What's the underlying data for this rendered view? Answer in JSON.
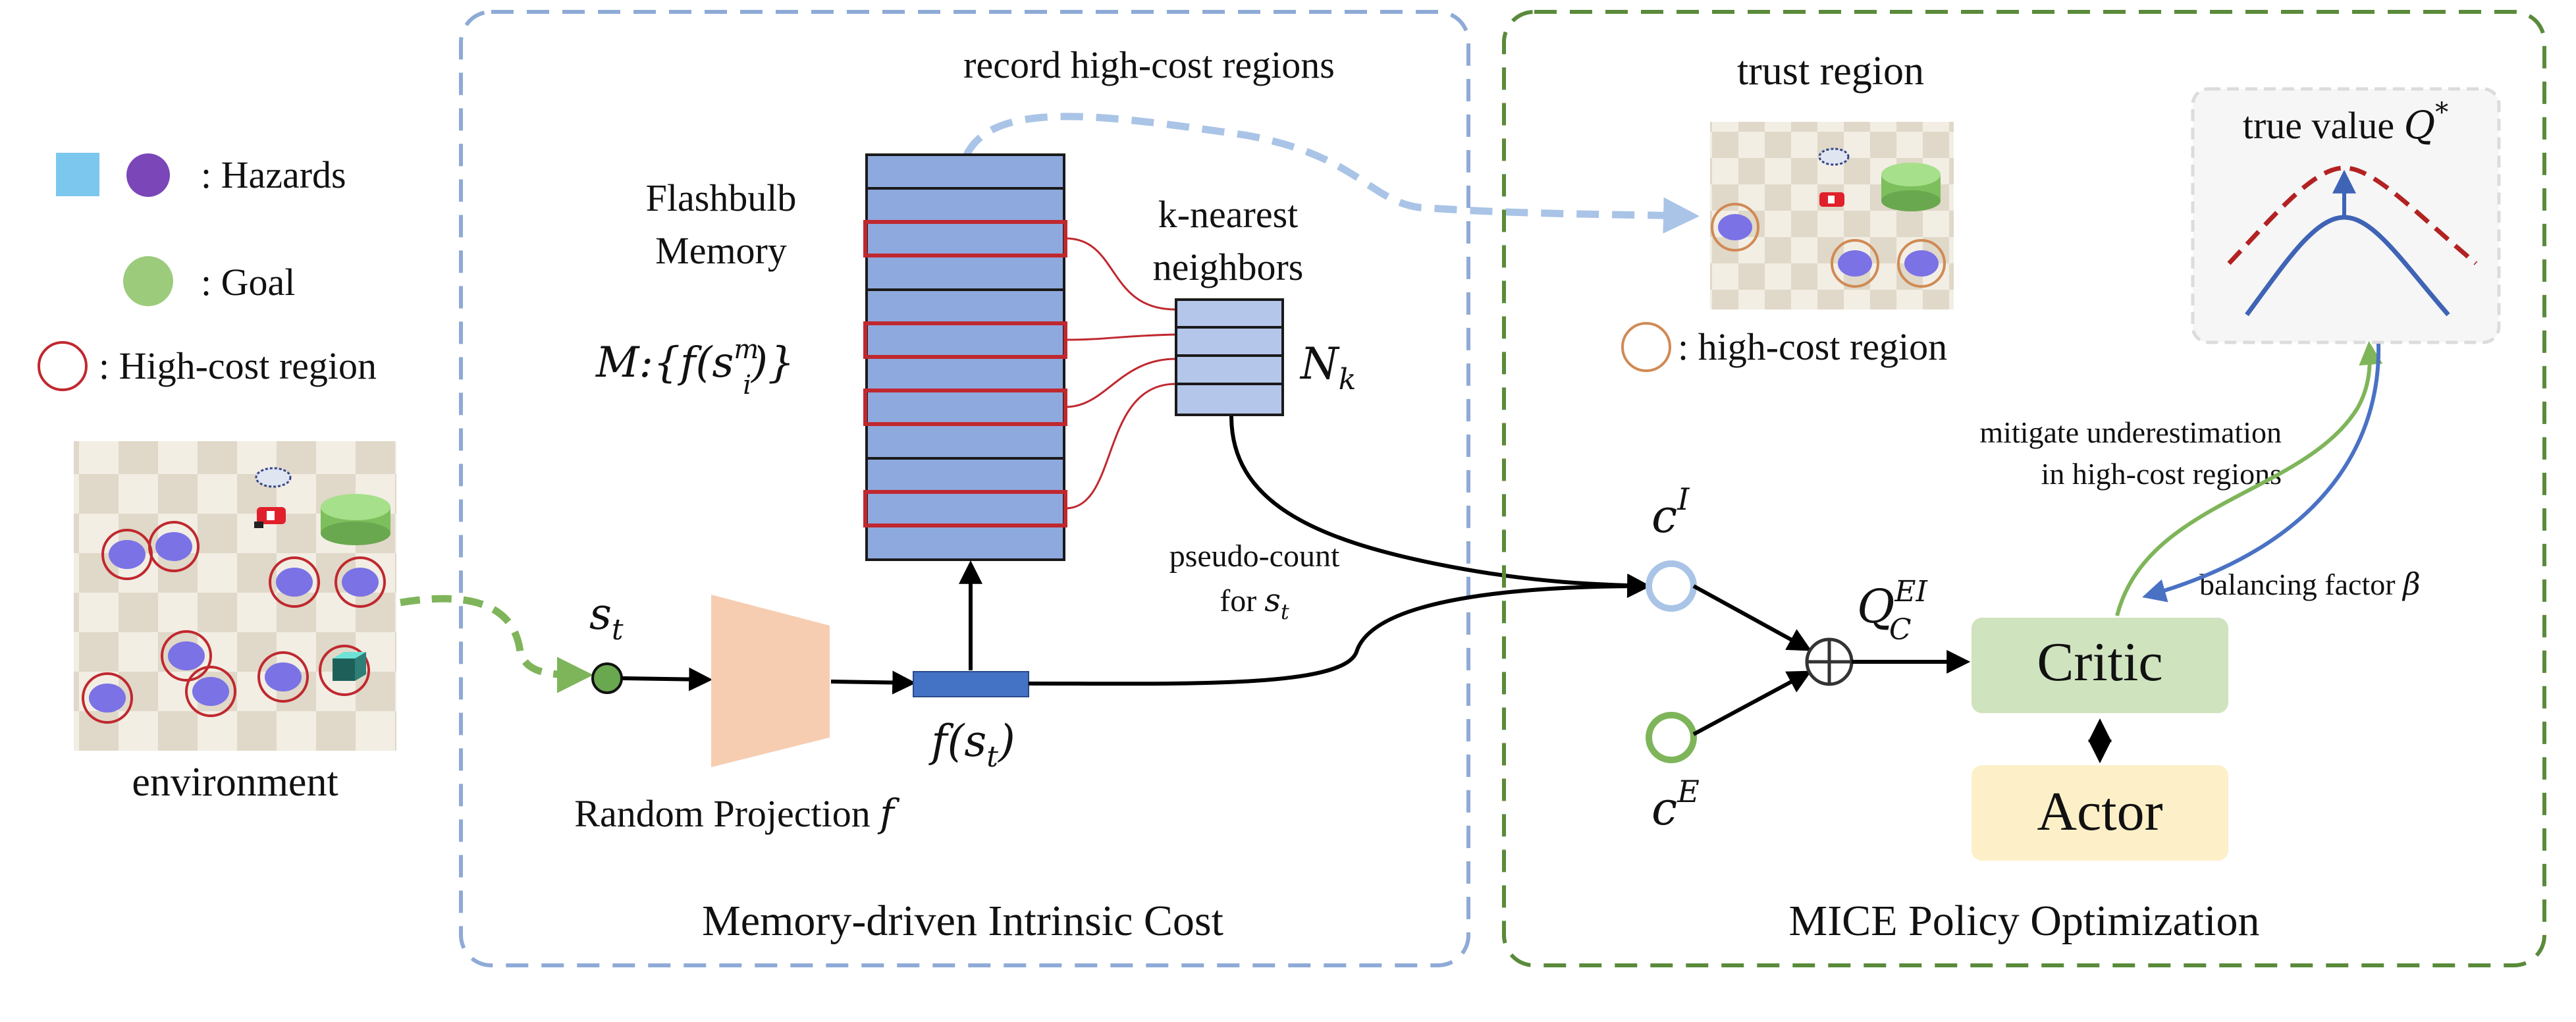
{
  "legend": {
    "hazards_label": ": Hazards",
    "goal_label": ": Goal",
    "high_cost_label": ": High-cost region"
  },
  "environment": {
    "label": "environment"
  },
  "memory_panel": {
    "title": "Memory-driven Intrinsic Cost",
    "record_label": "record high-cost regions",
    "flashbulb_line1": "Flashbulb",
    "flashbulb_line2": "Memory",
    "memory_symbol": "M:{f(s",
    "memory_sub": "i",
    "memory_sup": "m",
    "memory_close": ")}",
    "knn_line1": "k-nearest",
    "knn_line2": "neighbors",
    "nk_main": "N",
    "nk_sub": "k",
    "pseudo_line1": "pseudo-count",
    "pseudo_line2": "for ",
    "pseudo_var": "s",
    "pseudo_sub": "t",
    "state_main": "s",
    "state_sub": "t",
    "projection_label": "Random Projection ",
    "projection_var": "f",
    "fs_prefix": "f(s",
    "fs_sub": "t",
    "fs_suffix": ")"
  },
  "policy_panel": {
    "title": "MICE Policy Optimization",
    "trust_region_label": "trust region",
    "trust_high_cost_label": ": high-cost region",
    "true_value_label": "true value ",
    "true_value_var": "Q",
    "true_value_sup": "*",
    "mitigate_line1": "mitigate underestimation",
    "mitigate_line2": "in high-cost regions",
    "balancing_label": "balancing factor ",
    "balancing_var": "β",
    "ci_main": "c",
    "ci_sup": "I",
    "ce_main": "c",
    "ce_sup": "E",
    "q_main": "Q",
    "q_sub": "C",
    "q_sup": "EI",
    "critic_label": "Critic",
    "actor_label": "Actor",
    "plus_symbol": "+"
  },
  "colors": {
    "memory_border": "#8eaad6",
    "policy_border": "#5a8a3a",
    "hazard_square": "#7cc7ee",
    "hazard_circle": "#7a46b8",
    "hazard_disc": "#7b72e6",
    "goal": "#9dcb7c",
    "high_cost_ring": "#c0282f",
    "trust_ring": "#d08a55",
    "memory_cell": "#8ea9dd",
    "memory_highlight": "#c0282f",
    "projection_trapezoid": "#f6cdb1",
    "feature_bar": "#4472c4",
    "state_node": "#6aa84f",
    "ci_ring": "#a9c4e6",
    "ce_ring": "#7fb55a",
    "critic_fill": "#cfe3bf",
    "actor_fill": "#fdf0c8",
    "dashed_arrow_blue": "#a9c4e6",
    "dashed_arrow_green": "#7fb55a",
    "true_curve": "#3f63b5",
    "estimate_curve": "#b22222",
    "mitigate_arrow": "#7fb55a",
    "balancing_arrow": "#4a72c4"
  }
}
